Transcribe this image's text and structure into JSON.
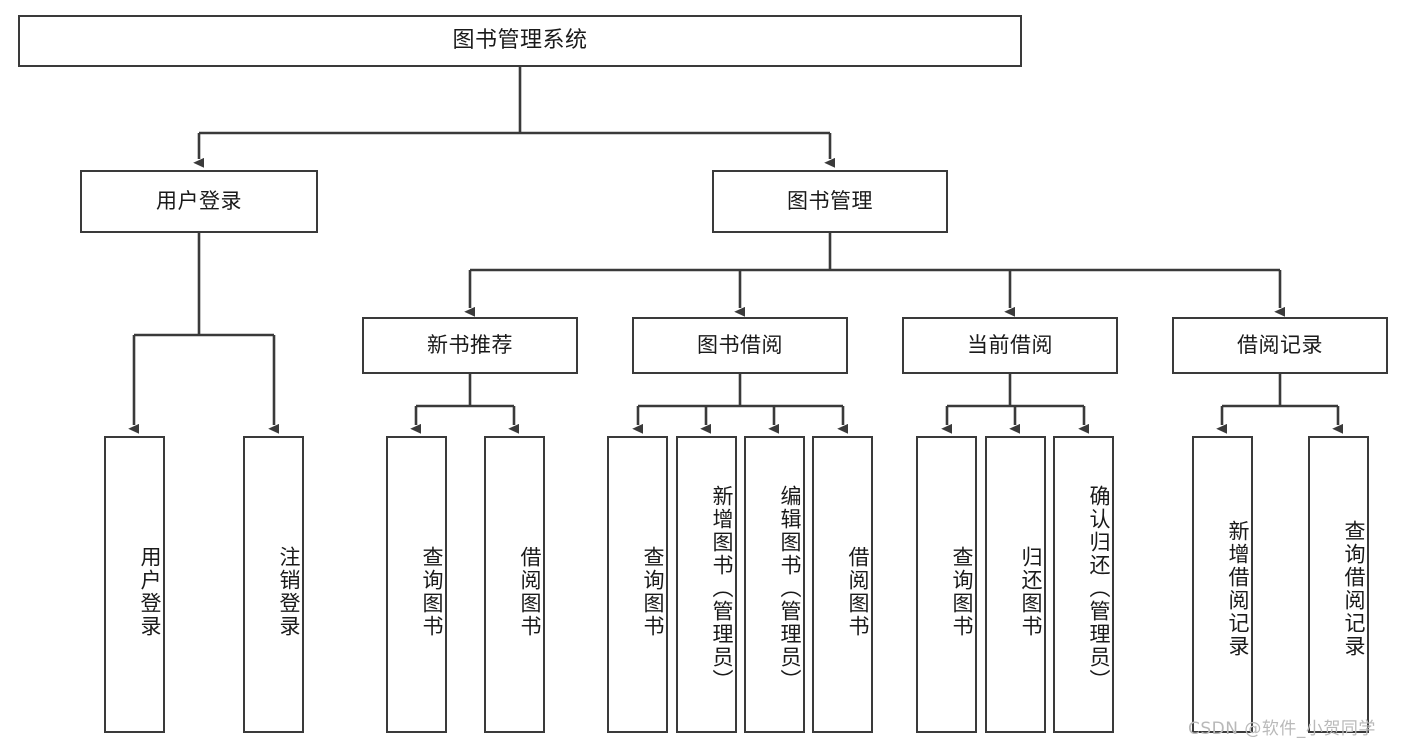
{
  "diagram": {
    "title": "图书管理系统",
    "type": "tree-hierarchy-diagram",
    "watermark": "CSDN @软件_小贺同学",
    "colors": {
      "border": "#3a3a3a",
      "background": "#ffffff",
      "text": "#1a1a1a",
      "watermark": "#b9b9b9"
    },
    "root": {
      "label": "图书管理系统"
    },
    "level2": {
      "user_login": {
        "label": "用户登录"
      },
      "book_manage": {
        "label": "图书管理"
      }
    },
    "level3": {
      "new_book_recommend": {
        "label": "新书推荐"
      },
      "book_borrow": {
        "label": "图书借阅"
      },
      "current_borrow": {
        "label": "当前借阅"
      },
      "borrow_record": {
        "label": "借阅记录"
      }
    },
    "leaves": {
      "user_login": [
        {
          "label": "用户登录"
        },
        {
          "label": "注销登录"
        }
      ],
      "new_book_recommend": [
        {
          "label": "查询图书"
        },
        {
          "label": "借阅图书"
        }
      ],
      "book_borrow": [
        {
          "label": "查询图书"
        },
        {
          "label": "新增图书（管理员）"
        },
        {
          "label": "编辑图书（管理员）"
        },
        {
          "label": "借阅图书"
        }
      ],
      "current_borrow": [
        {
          "label": "查询图书"
        },
        {
          "label": "归还图书"
        },
        {
          "label": "确认归还（管理员）"
        }
      ],
      "borrow_record": [
        {
          "label": "新增借阅记录"
        },
        {
          "label": "查询借阅记录"
        }
      ]
    }
  }
}
